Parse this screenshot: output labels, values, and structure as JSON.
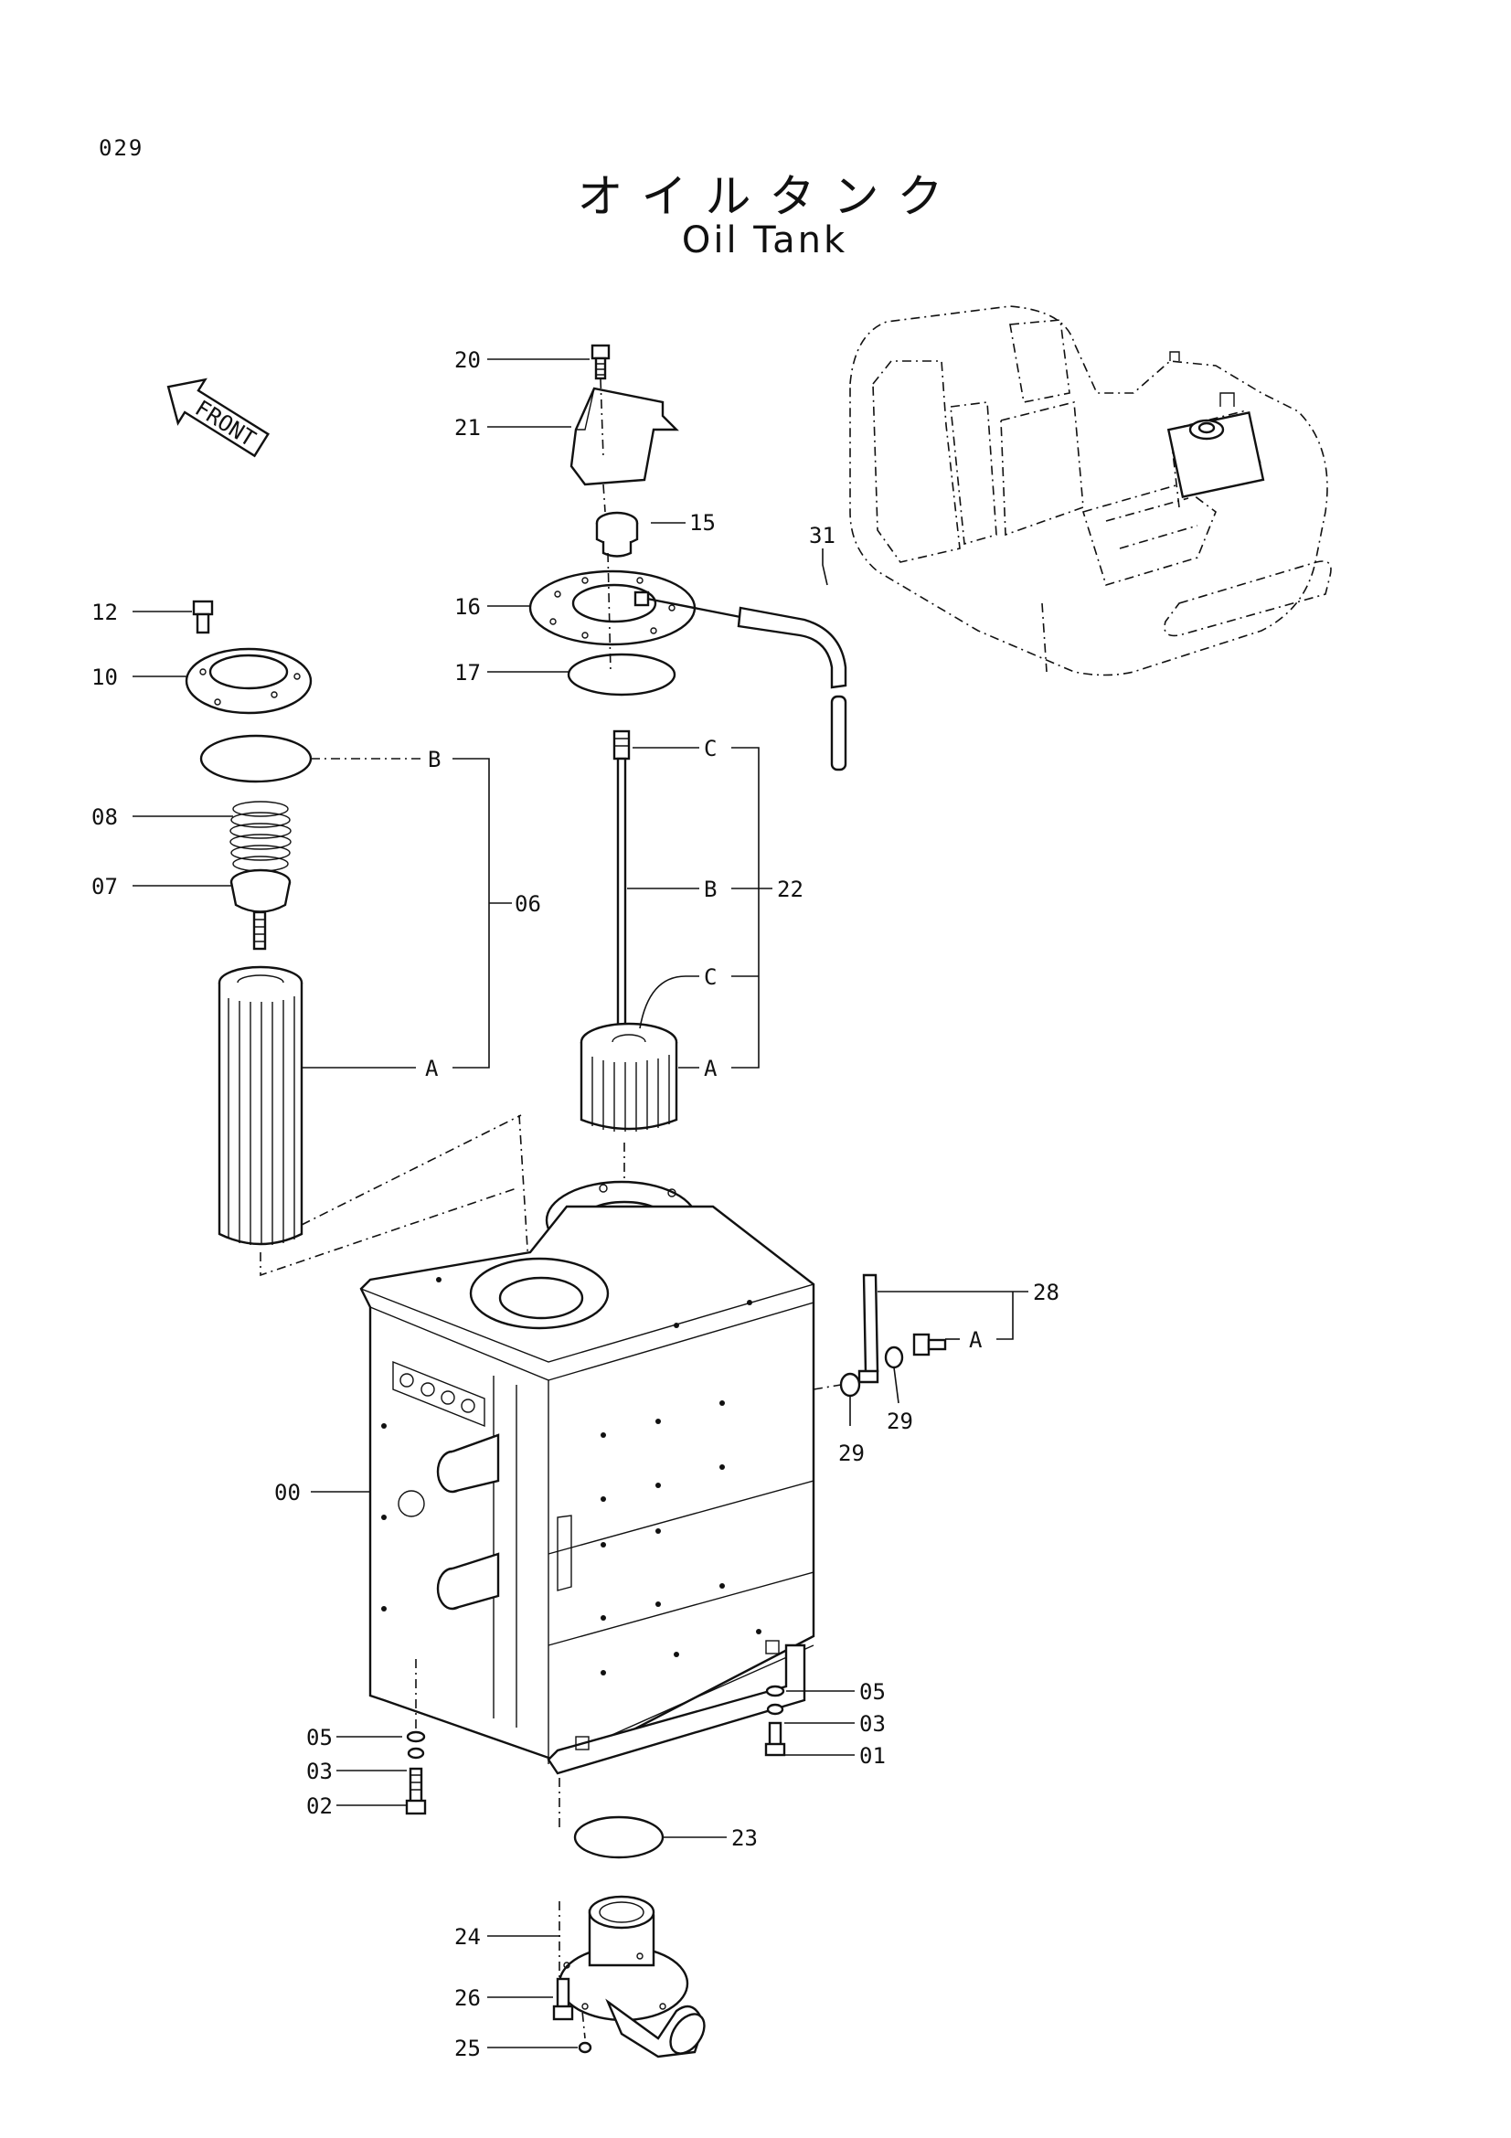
{
  "page": {
    "number": "029"
  },
  "title": {
    "japanese": "オイルタンク",
    "english": "Oil Tank"
  },
  "front_arrow": {
    "label": "FRONT"
  },
  "callouts": {
    "c20": "20",
    "c21": "21",
    "c15": "15",
    "c16": "16",
    "c17": "17",
    "c31": "31",
    "c12": "12",
    "c10": "10",
    "c08": "08",
    "c07": "07",
    "c06": "06",
    "c22": "22",
    "c28": "28",
    "c29a": "29",
    "c29b": "29",
    "c00": "00",
    "c05a": "05",
    "c03a": "03",
    "c02": "02",
    "c05b": "05",
    "c03b": "03",
    "c01": "01",
    "c23": "23",
    "c24": "24",
    "c26": "26",
    "c25": "25"
  },
  "letters": {
    "B_left": "B",
    "A_left": "A",
    "C_top": "C",
    "B_mid": "B",
    "C_mid": "C",
    "A_mid": "A",
    "A_right": "A"
  }
}
